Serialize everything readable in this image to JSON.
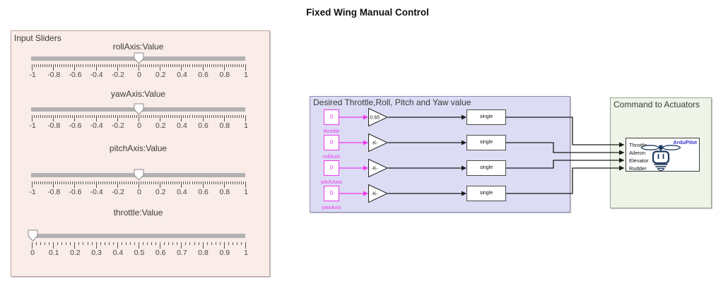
{
  "title": "Fixed Wing Manual Control",
  "colors": {
    "magenta_accent": "#ee3aee",
    "wire_black": "#1a1a1a",
    "sliders_panel_bg": "#faece8",
    "desired_panel_bg": "#dcdcf4",
    "command_panel_bg": "#eef4e7",
    "ardupilot_blue": "#3636c9",
    "drone_icon_navy": "#1e3a5f"
  },
  "input_sliders": {
    "title": "Input Sliders",
    "sliders": [
      {
        "label": "rollAxis:Value",
        "value": 0,
        "min": -1,
        "max": 1,
        "tick_labels": [
          "-1",
          "-0.8",
          "-0.6",
          "-0.4",
          "-0.2",
          "0",
          "0.2",
          "0.4",
          "0.6",
          "0.8",
          "1"
        ]
      },
      {
        "label": "yawAxis:Value",
        "value": 0,
        "min": -1,
        "max": 1,
        "tick_labels": [
          "-1",
          "-0.8",
          "-0.6",
          "-0.4",
          "-0.2",
          "0",
          "0.2",
          "0.4",
          "0.6",
          "0.8",
          "1"
        ]
      },
      {
        "label": "pitchAxis:Value",
        "value": 0,
        "min": -1,
        "max": 1,
        "tick_labels": [
          "-1",
          "-0.8",
          "-0.6",
          "-0.4",
          "-0.2",
          "0",
          "0.2",
          "0.4",
          "0.6",
          "0.8",
          "1"
        ]
      },
      {
        "label": "throttle:Value",
        "value": 0,
        "min": 0,
        "max": 1,
        "tick_labels": [
          "0",
          "0.1",
          "0.2",
          "0.3",
          "0.4",
          "0.5",
          "0.6",
          "0.7",
          "0.8",
          "0.9",
          "1"
        ]
      }
    ]
  },
  "desired_panel": {
    "title": "Desired Throttle,Roll, Pitch and Yaw value",
    "rows": [
      {
        "constant_value": "0",
        "constant_label": "throttle",
        "gain": "0.65",
        "converter": "single"
      },
      {
        "constant_value": "0",
        "constant_label": "rollAxis",
        "gain": "-K-",
        "converter": "single"
      },
      {
        "constant_value": "0",
        "constant_label": "pitchAxis",
        "gain": "-K-",
        "converter": "single"
      },
      {
        "constant_value": "0",
        "constant_label": "yawAxis",
        "gain": "-K-",
        "converter": "single"
      }
    ]
  },
  "command_panel": {
    "title": "Command to Actuators",
    "block": {
      "name": "ArduPilot",
      "icon": "drone-icon",
      "ports": [
        "Throttle",
        "Aileron",
        "Elevator",
        "Rudder"
      ]
    }
  }
}
